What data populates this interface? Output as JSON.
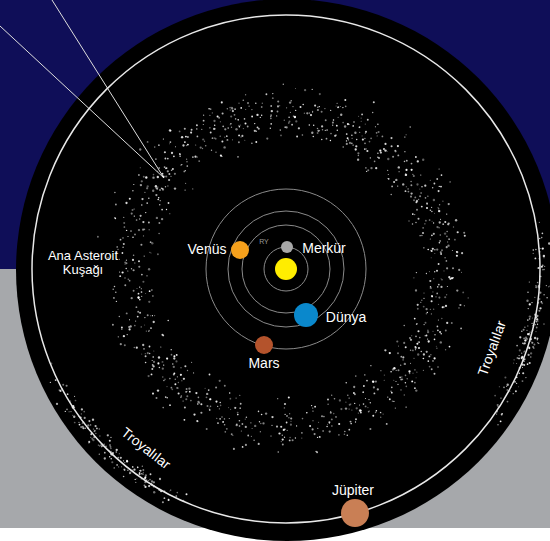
{
  "diagram": {
    "labels": [
      "Ana Asteroit Kuşağı",
      "Venüs",
      "RY",
      "Merkür",
      "Dünya",
      "Mars",
      "Troyalılar",
      "Troyalılar",
      "Jüpiter"
    ]
  }
}
